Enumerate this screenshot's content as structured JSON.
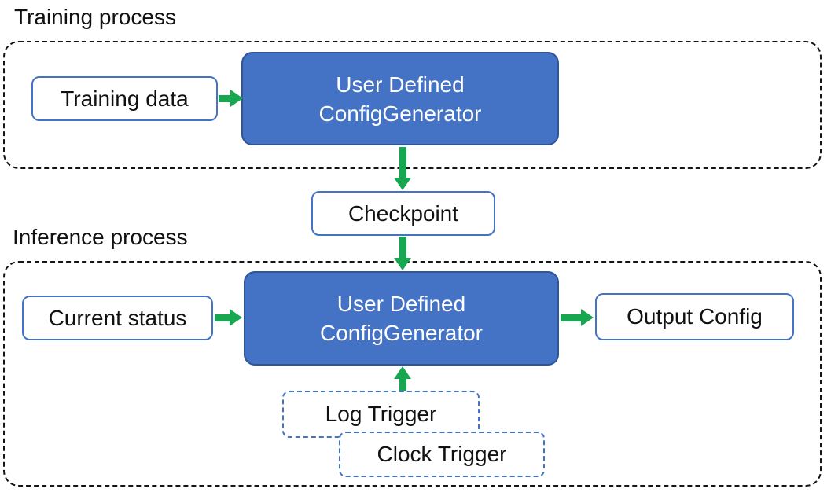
{
  "colors": {
    "generator_fill": "#4472c4",
    "generator_border": "#2f5597",
    "io_box_border": "#4472c4",
    "trigger_border": "#4472c4",
    "arrow_green": "#17a750",
    "container_dash": "#141414",
    "text_dark": "#111111",
    "text_light": "#ffffff"
  },
  "training": {
    "label": "Training process",
    "input_box": {
      "label": "Training data"
    },
    "generator": {
      "line1": "User Defined",
      "line2": "ConfigGenerator"
    }
  },
  "checkpoint": {
    "label": "Checkpoint"
  },
  "inference": {
    "label": "Inference process",
    "input_box": {
      "label": "Current status"
    },
    "generator": {
      "line1": "User Defined",
      "line2": "ConfigGenerator"
    },
    "output_box": {
      "label": "Output Config"
    },
    "triggers": [
      {
        "label": "Log Trigger"
      },
      {
        "label": "Clock Trigger"
      }
    ]
  },
  "arrows": [
    {
      "name": "training-data-to-generator",
      "direction": "right"
    },
    {
      "name": "training-generator-to-checkpoint",
      "direction": "down"
    },
    {
      "name": "checkpoint-to-inference-generator",
      "direction": "down"
    },
    {
      "name": "current-status-to-generator",
      "direction": "right"
    },
    {
      "name": "generator-to-output-config",
      "direction": "right"
    },
    {
      "name": "triggers-to-generator",
      "direction": "up"
    }
  ]
}
